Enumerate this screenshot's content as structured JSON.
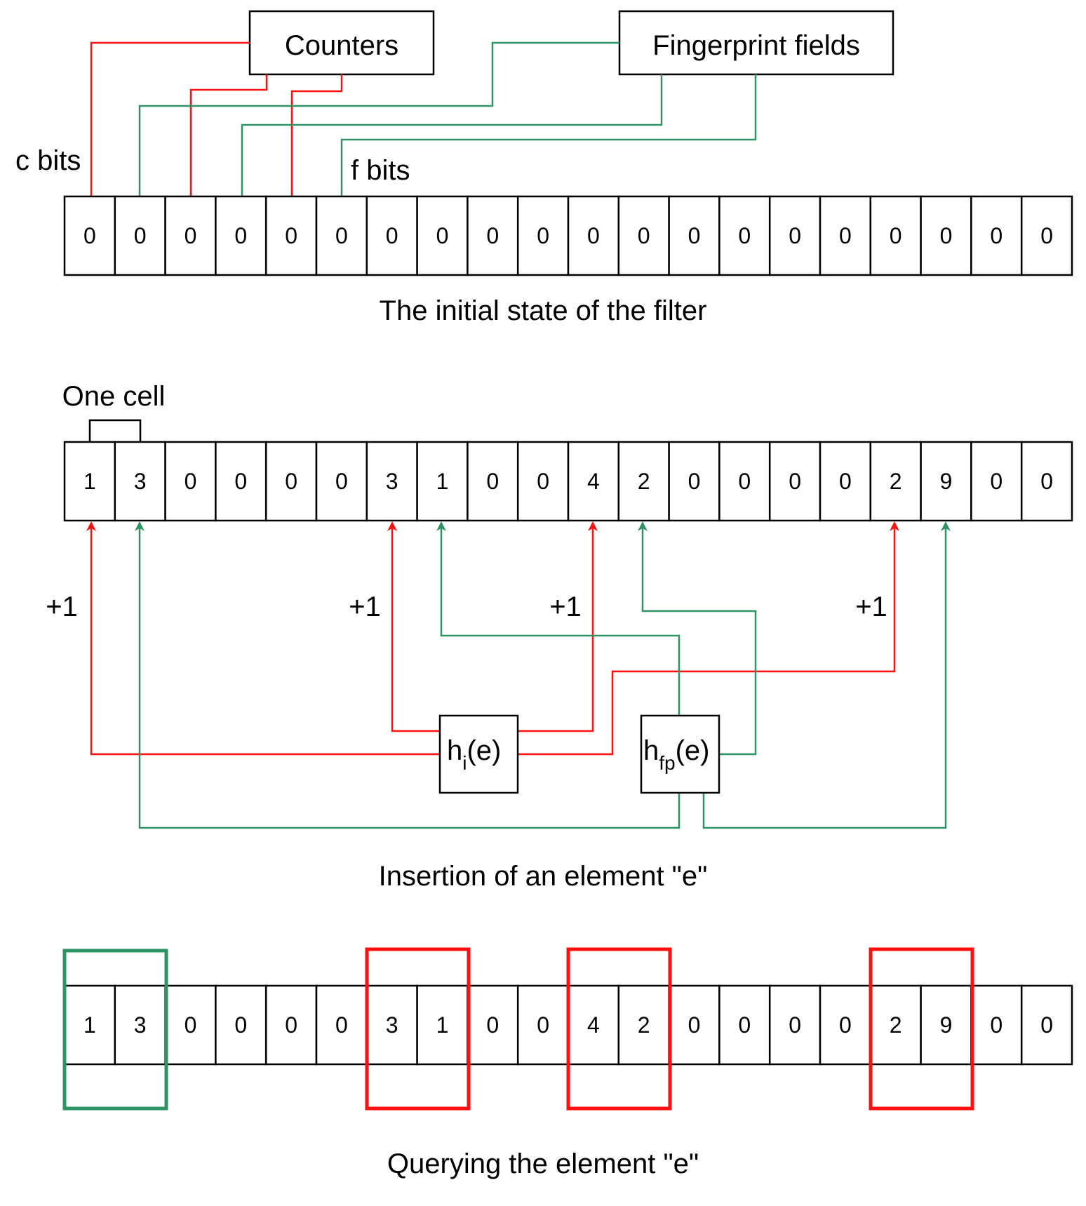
{
  "labels": {
    "counters": "Counters",
    "fingerprint_fields": "Fingerprint fields",
    "c_bits": "c bits",
    "f_bits": "f bits",
    "initial_caption": "The initial state of the filter",
    "one_cell": "One cell",
    "plus_one": "+1",
    "hash_i_base": "h",
    "hash_i_sub": "i",
    "hash_fp_base": "h",
    "hash_fp_sub": "fp",
    "hash_arg": "(e)",
    "insertion_caption": "Insertion of an element \"e\"",
    "query_caption": "Querying the element \"e\""
  },
  "initial_row": [
    "0",
    "0",
    "0",
    "0",
    "0",
    "0",
    "0",
    "0",
    "0",
    "0",
    "0",
    "0",
    "0",
    "0",
    "0",
    "0",
    "0",
    "0",
    "0",
    "0"
  ],
  "inserted_row": [
    "1",
    "3",
    "0",
    "0",
    "0",
    "0",
    "3",
    "1",
    "0",
    "0",
    "4",
    "2",
    "0",
    "0",
    "0",
    "0",
    "2",
    "9",
    "0",
    "0"
  ],
  "query_row": [
    "1",
    "3",
    "0",
    "0",
    "0",
    "0",
    "3",
    "1",
    "0",
    "0",
    "4",
    "2",
    "0",
    "0",
    "0",
    "0",
    "2",
    "9",
    "0",
    "0"
  ],
  "colors": {
    "counter_link": "#ff1010",
    "fingerprint_link": "#2e9466",
    "cell_border": "#000000"
  }
}
